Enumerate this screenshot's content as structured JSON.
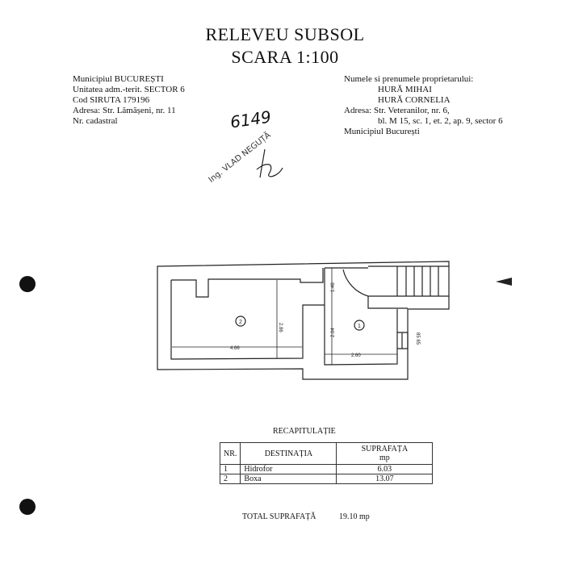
{
  "title": {
    "line1": "RELEVEU SUBSOL",
    "line2": "SCARA 1:100"
  },
  "left_info": [
    "Municipiul BUCUREȘTI",
    "Unitatea adm.-terit. SECTOR  6",
    "Cod SIRUTA 179196",
    "Adresa: Str. Lămășeni, nr. 11",
    "Nr. cadastral"
  ],
  "owner_info": {
    "label": "Numele si prenumele proprietarului:",
    "owners": [
      "HURĂ  MIHAI",
      "HURĂ  CORNELIA"
    ],
    "address1": "Adresa: Str. Veteranilor, nr. 6,",
    "address2": "bl. M 15, sc. 1, et. 2, ap. 9, sector 6",
    "city": "Municipiul București"
  },
  "handwritten_number": "6149",
  "stamp": "Ing. VLAD NEGUȚĂ",
  "plan": {
    "room1": "1",
    "room2": "2",
    "dim_room2_width": "4.66",
    "dim_room2_height": "2.86",
    "dim_room1_width": "2.60",
    "dim_room1_height": "2.04",
    "dim_top": "1.46",
    "dim_window": "85 85"
  },
  "summary": {
    "title": "RECAPITULAȚIE",
    "headers": {
      "nr": "NR.",
      "destination": "DESTINAȚIA",
      "area": "SUPRAFAȚA",
      "area_unit": "mp"
    },
    "rows": [
      {
        "nr": "1",
        "destination": "Hidrofor",
        "area": "6.03"
      },
      {
        "nr": "2",
        "destination": "Boxa",
        "area": "13.07"
      }
    ],
    "total_label": "TOTAL SUPRAFAȚĂ",
    "total_value": "19.10 mp"
  }
}
